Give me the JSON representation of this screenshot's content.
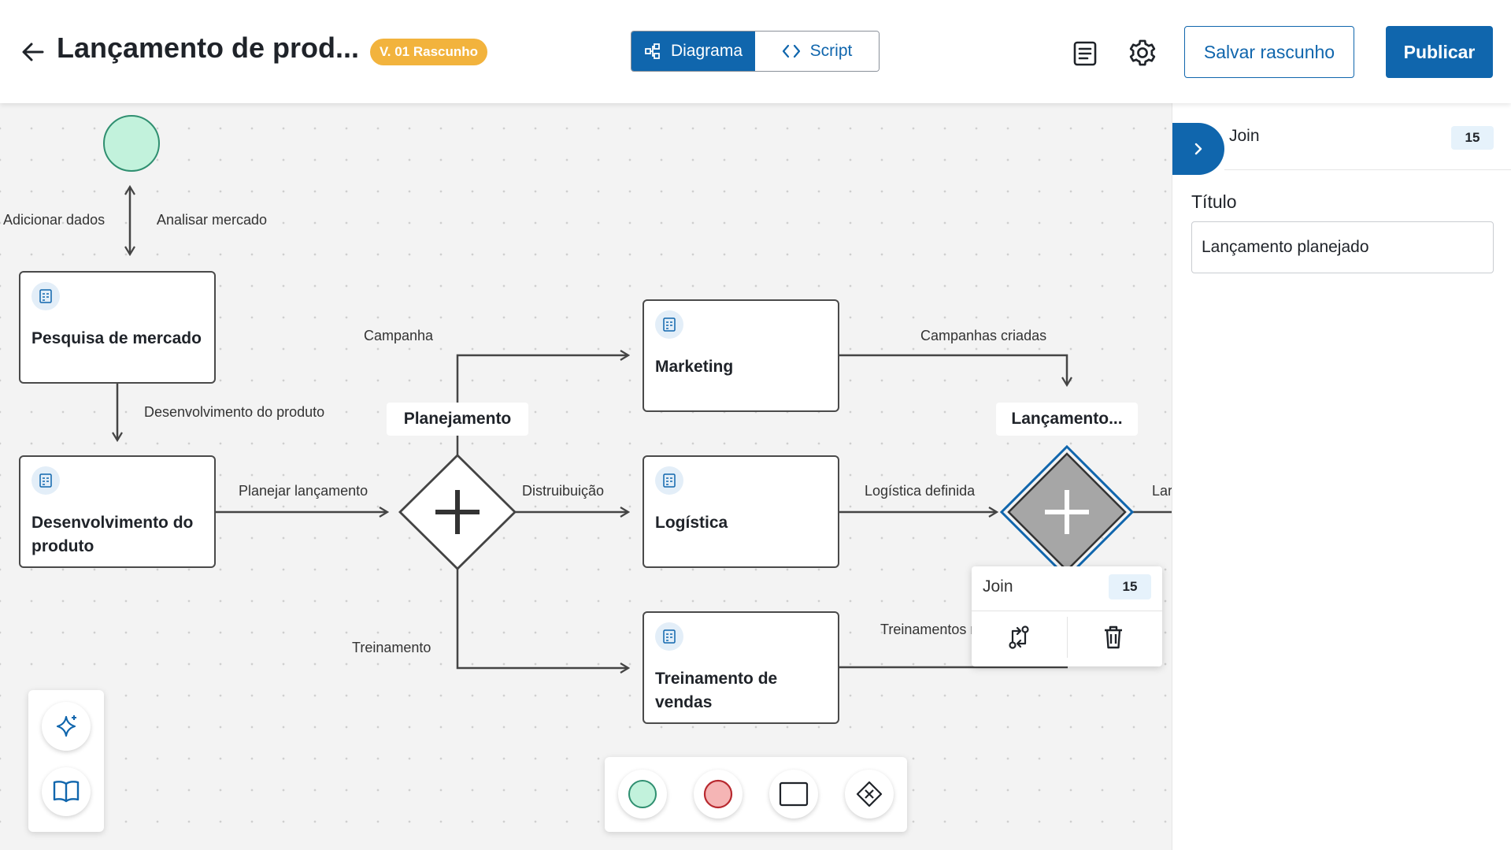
{
  "header": {
    "title": "Lançamento de prod...",
    "version_badge": "V. 01 Rascunho",
    "view_tabs": {
      "diagram": "Diagrama",
      "script": "Script"
    },
    "save_draft": "Salvar rascunho",
    "publish": "Publicar"
  },
  "canvas": {
    "nodes": {
      "market_research": "Pesquisa de mercado",
      "product_dev": "Desenvolvimento do produto",
      "marketing": "Marketing",
      "logistics": "Logística",
      "sales_training": "Treinamento de vendas"
    },
    "gateways": {
      "planning": "Planejamento",
      "launch": "Lançamento..."
    },
    "edge_labels": {
      "add_data": "Adicionar dados",
      "analyze_market": "Analisar mercado",
      "product_development": "Desenvolvimento do produto",
      "plan_launch": "Planejar lançamento",
      "campaign": "Campanha",
      "distribution": "Distruibuição",
      "training": "Treinamento",
      "campaigns_created": "Campanhas criadas",
      "logistics_defined": "Logística definida",
      "trainings_partial": "Treinamentos r",
      "launch_partial": "Lar"
    },
    "join_popup": {
      "title": "Join",
      "count": "15"
    }
  },
  "right_panel": {
    "header_label": "Join",
    "header_count": "15",
    "title_label": "Título",
    "title_value": "Lançamento planejado"
  },
  "colors": {
    "primary": "#1066ad",
    "badge": "#f2b33d",
    "start_event": "#c2f2dc",
    "end_event": "#f5b5b5",
    "gateway_selected": "#a6a6a6"
  }
}
